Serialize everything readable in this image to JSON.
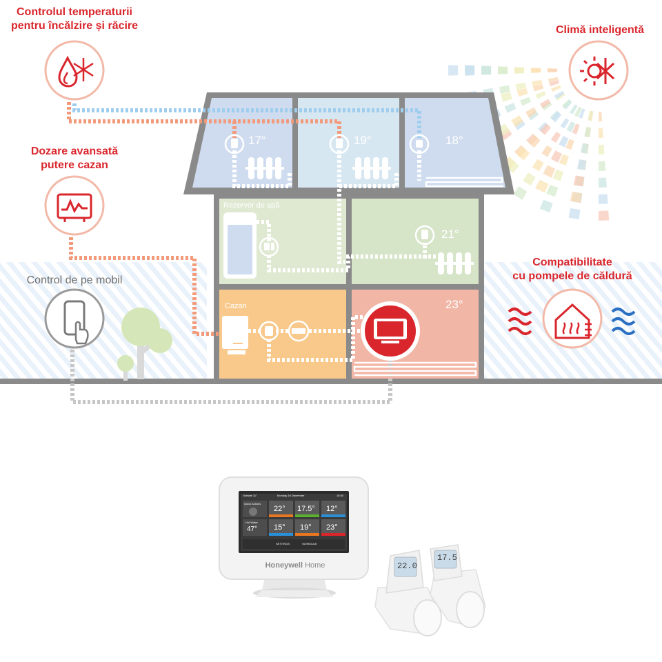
{
  "features": {
    "temp_control": {
      "line1": "Controlul temperaturii",
      "line2": "pentru încălzire și răcire"
    },
    "smart_climate": "Climă inteligentă",
    "boiler_dosing": {
      "line1": "Dozare avansată",
      "line2": "putere cazan"
    },
    "mobile_control": "Control de pe mobil",
    "heat_pump": {
      "line1": "Compatibilitate",
      "line2": "cu pompele de căldură"
    }
  },
  "house": {
    "rooms": {
      "water_tank": "Rezervor de apă",
      "boiler": "Cazan"
    },
    "temperatures": {
      "attic_left": "17°",
      "attic_mid": "19°",
      "attic_right": "18°",
      "mid_right": "21°",
      "ground_right": "23°"
    }
  },
  "product": {
    "brand": "Honeywell",
    "brand_suffix": "Home",
    "screen": {
      "status_left": "Outside 11°",
      "date": "Monday 16 December",
      "clock": "10:30",
      "zone_values": [
        "22°",
        "17.5°",
        "12°",
        "15°",
        "19°",
        "23°"
      ],
      "hot_water_label": "Hot Water",
      "hot_water_value": "47°",
      "quick_actions": "Quick Actions",
      "settings": "SETTINGS",
      "schedule": "SCHEDULE"
    },
    "trv_displays": [
      "22.0",
      "17.5"
    ]
  },
  "colors": {
    "brand_red": "#d9262c",
    "attic": "#cfdcef",
    "middle": "#d6e4c8",
    "water_room": "#dfe9d2",
    "boiler_room": "#f9c98c",
    "hot_room": "#f2b6a6",
    "wall": "#8a8a8a",
    "orange_line": "#f29a7a",
    "blue_line": "#9fcdee",
    "grey_line": "#c6c6c6"
  }
}
